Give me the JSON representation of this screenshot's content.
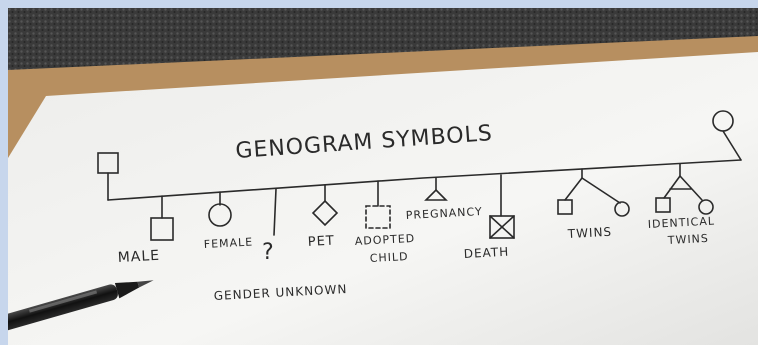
{
  "title": "GENOGRAM SYMBOLS",
  "symbols": {
    "male": "MALE",
    "female": "FEMALE",
    "unknown_glyph": "?",
    "pet": "PET",
    "adopted_line1": "ADOPTED",
    "adopted_line2": "CHILD",
    "pregnancy": "PREGNANCY",
    "death": "DEATH",
    "twins": "TWINS",
    "identical_line1": "IDENTICAL",
    "identical_line2": "TWINS",
    "gender_unknown": "GENDER UNKNOWN"
  },
  "colors": {
    "paper": "#f4f4f2",
    "ink": "#2a2a2a",
    "backdrop": "#2e2e2e",
    "board": "#b78f60"
  },
  "objects": [
    "felt-tip-pen"
  ]
}
